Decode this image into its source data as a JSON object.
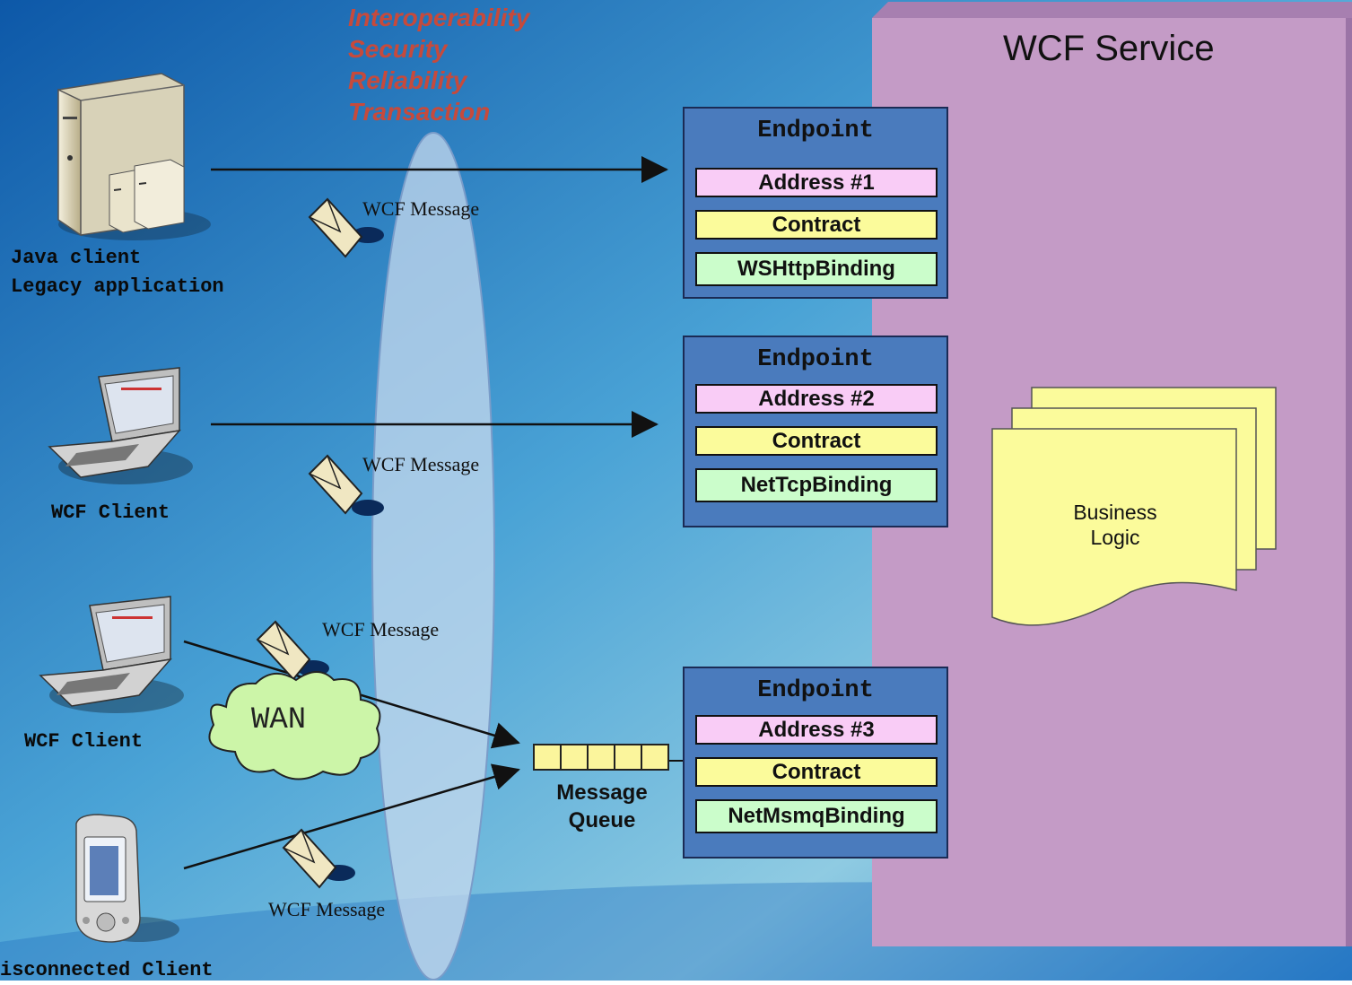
{
  "qos_labels": [
    "Interoperability",
    "Security",
    "Reliability",
    "Transaction"
  ],
  "service": {
    "title": "WCF Service"
  },
  "clients": [
    {
      "label": "Java client\nLegacy application",
      "icon": "server-icon"
    },
    {
      "label": "WCF Client",
      "icon": "laptop-icon"
    },
    {
      "label": "WCF Client",
      "icon": "laptop-icon"
    },
    {
      "label": "isconnected Client",
      "icon": "pda-icon"
    }
  ],
  "messages": [
    "WCF Message",
    "WCF Message",
    "WCF Message",
    "WCF Message"
  ],
  "wan": "WAN",
  "queue": {
    "label": "Message\nQueue"
  },
  "endpoints": [
    {
      "title": "Endpoint",
      "address": "Address #1",
      "contract": "Contract",
      "binding": "WSHttpBinding"
    },
    {
      "title": "Endpoint",
      "address": "Address #2",
      "contract": "Contract",
      "binding": "NetTcpBinding"
    },
    {
      "title": "Endpoint",
      "address": "Address #3",
      "contract": "Contract",
      "binding": "NetMsmqBinding"
    }
  ],
  "business_logic": "Business\nLogic",
  "colors": {
    "background_top": "#0f5fb0",
    "background_mid": "#7ac3e0",
    "service_fill": "#c49bc6",
    "endpoint_fill": "#4a7bbd",
    "address_fill": "#f9ccf6",
    "contract_fill": "#fbfb9b",
    "binding_fill": "#cbfdcb",
    "qos_text": "#c64a3c",
    "wan_fill": "#ccf5a8",
    "queue_fill": "#fbf59c"
  }
}
